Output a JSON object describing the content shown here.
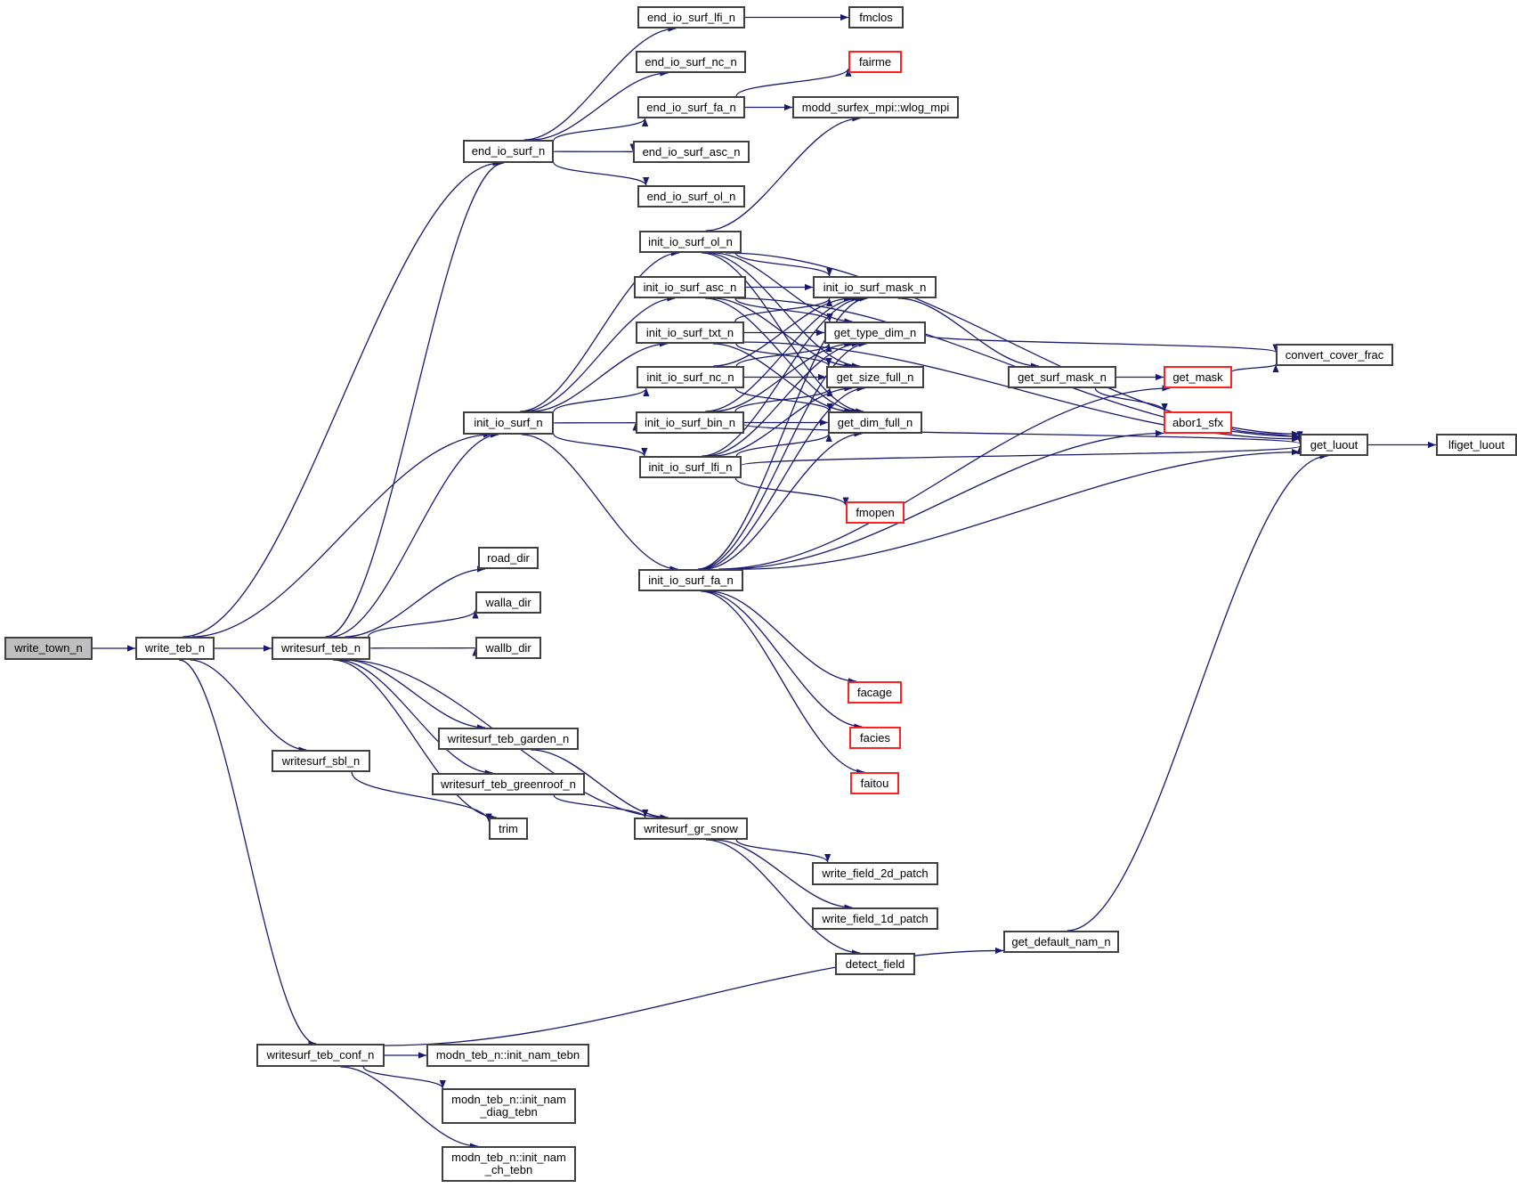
{
  "diagram": {
    "type": "call-graph",
    "edge_color": "#191970",
    "nodes": [
      {
        "id": "write_town_n",
        "label": "write_town_n",
        "style": "root"
      },
      {
        "id": "write_teb_n",
        "label": "write_teb_n",
        "style": "normal"
      },
      {
        "id": "writesurf_teb_n",
        "label": "writesurf_teb_n",
        "style": "normal"
      },
      {
        "id": "end_io_surf_n",
        "label": "end_io_surf_n",
        "style": "normal"
      },
      {
        "id": "end_io_surf_lfi_n",
        "label": "end_io_surf_lfi_n",
        "style": "normal"
      },
      {
        "id": "end_io_surf_nc_n",
        "label": "end_io_surf_nc_n",
        "style": "normal"
      },
      {
        "id": "end_io_surf_fa_n",
        "label": "end_io_surf_fa_n",
        "style": "normal"
      },
      {
        "id": "end_io_surf_asc_n",
        "label": "end_io_surf_asc_n",
        "style": "normal"
      },
      {
        "id": "end_io_surf_ol_n",
        "label": "end_io_surf_ol_n",
        "style": "normal"
      },
      {
        "id": "fmclos",
        "label": "fmclos",
        "style": "normal"
      },
      {
        "id": "fairme",
        "label": "fairme",
        "style": "red"
      },
      {
        "id": "wlog_mpi",
        "label": "modd_surfex_mpi::wlog_mpi",
        "style": "normal"
      },
      {
        "id": "init_io_surf_n",
        "label": "init_io_surf_n",
        "style": "normal"
      },
      {
        "id": "init_io_surf_ol_n",
        "label": "init_io_surf_ol_n",
        "style": "normal"
      },
      {
        "id": "init_io_surf_asc_n",
        "label": "init_io_surf_asc_n",
        "style": "normal"
      },
      {
        "id": "init_io_surf_txt_n",
        "label": "init_io_surf_txt_n",
        "style": "normal"
      },
      {
        "id": "init_io_surf_nc_n",
        "label": "init_io_surf_nc_n",
        "style": "normal"
      },
      {
        "id": "init_io_surf_bin_n",
        "label": "init_io_surf_bin_n",
        "style": "normal"
      },
      {
        "id": "init_io_surf_lfi_n",
        "label": "init_io_surf_lfi_n",
        "style": "normal"
      },
      {
        "id": "init_io_surf_fa_n",
        "label": "init_io_surf_fa_n",
        "style": "normal"
      },
      {
        "id": "init_io_surf_mask_n",
        "label": "init_io_surf_mask_n",
        "style": "normal"
      },
      {
        "id": "get_type_dim_n",
        "label": "get_type_dim_n",
        "style": "normal"
      },
      {
        "id": "get_size_full_n",
        "label": "get_size_full_n",
        "style": "normal"
      },
      {
        "id": "get_dim_full_n",
        "label": "get_dim_full_n",
        "style": "normal"
      },
      {
        "id": "get_surf_mask_n",
        "label": "get_surf_mask_n",
        "style": "normal"
      },
      {
        "id": "get_mask",
        "label": "get_mask",
        "style": "red"
      },
      {
        "id": "abor1_sfx",
        "label": "abor1_sfx",
        "style": "red"
      },
      {
        "id": "convert_cover_frac",
        "label": "convert_cover_frac",
        "style": "normal"
      },
      {
        "id": "get_luout",
        "label": "get_luout",
        "style": "normal"
      },
      {
        "id": "lfiget_luout",
        "label": "lfiget_luout",
        "style": "normal"
      },
      {
        "id": "fmopen",
        "label": "fmopen",
        "style": "red"
      },
      {
        "id": "facage",
        "label": "facage",
        "style": "red"
      },
      {
        "id": "facies",
        "label": "facies",
        "style": "red"
      },
      {
        "id": "faitou",
        "label": "faitou",
        "style": "red"
      },
      {
        "id": "road_dir",
        "label": "road_dir",
        "style": "normal"
      },
      {
        "id": "walla_dir",
        "label": "walla_dir",
        "style": "normal"
      },
      {
        "id": "wallb_dir",
        "label": "wallb_dir",
        "style": "normal"
      },
      {
        "id": "writesurf_teb_garden_n",
        "label": "writesurf_teb_garden_n",
        "style": "normal"
      },
      {
        "id": "writesurf_teb_greenroof_n",
        "label": "writesurf_teb_greenroof_n",
        "style": "normal"
      },
      {
        "id": "writesurf_sbl_n",
        "label": "writesurf_sbl_n",
        "style": "normal"
      },
      {
        "id": "trim",
        "label": "trim",
        "style": "normal"
      },
      {
        "id": "writesurf_gr_snow",
        "label": "writesurf_gr_snow",
        "style": "normal"
      },
      {
        "id": "write_field_2d_patch",
        "label": "write_field_2d_patch",
        "style": "normal"
      },
      {
        "id": "write_field_1d_patch",
        "label": "write_field_1d_patch",
        "style": "normal"
      },
      {
        "id": "detect_field",
        "label": "detect_field",
        "style": "normal"
      },
      {
        "id": "get_default_nam_n",
        "label": "get_default_nam_n",
        "style": "normal"
      },
      {
        "id": "writesurf_teb_conf_n",
        "label": "writesurf_teb_conf_n",
        "style": "normal"
      },
      {
        "id": "init_nam_tebn",
        "label": "modn_teb_n::init_nam_tebn",
        "style": "normal"
      },
      {
        "id": "init_nam_diag_tebn",
        "label": "modn_teb_n::init_nam\n_diag_tebn",
        "style": "normal"
      },
      {
        "id": "init_nam_ch_tebn",
        "label": "modn_teb_n::init_nam\n_ch_tebn",
        "style": "normal"
      }
    ],
    "edges": [
      [
        "write_town_n",
        "write_teb_n"
      ],
      [
        "write_teb_n",
        "writesurf_teb_n"
      ],
      [
        "write_teb_n",
        "end_io_surf_n"
      ],
      [
        "write_teb_n",
        "init_io_surf_n"
      ],
      [
        "write_teb_n",
        "writesurf_sbl_n"
      ],
      [
        "write_teb_n",
        "writesurf_teb_conf_n"
      ],
      [
        "writesurf_teb_n",
        "end_io_surf_n"
      ],
      [
        "writesurf_teb_n",
        "init_io_surf_n"
      ],
      [
        "writesurf_teb_n",
        "road_dir"
      ],
      [
        "writesurf_teb_n",
        "walla_dir"
      ],
      [
        "writesurf_teb_n",
        "wallb_dir"
      ],
      [
        "writesurf_teb_n",
        "writesurf_teb_garden_n"
      ],
      [
        "writesurf_teb_n",
        "writesurf_teb_greenroof_n"
      ],
      [
        "writesurf_teb_n",
        "writesurf_gr_snow"
      ],
      [
        "writesurf_teb_n",
        "trim"
      ],
      [
        "writesurf_sbl_n",
        "trim"
      ],
      [
        "writesurf_teb_garden_n",
        "writesurf_gr_snow"
      ],
      [
        "writesurf_teb_greenroof_n",
        "writesurf_gr_snow"
      ],
      [
        "writesurf_gr_snow",
        "write_field_2d_patch"
      ],
      [
        "writesurf_gr_snow",
        "write_field_1d_patch"
      ],
      [
        "writesurf_gr_snow",
        "detect_field"
      ],
      [
        "end_io_surf_n",
        "end_io_surf_lfi_n"
      ],
      [
        "end_io_surf_n",
        "end_io_surf_nc_n"
      ],
      [
        "end_io_surf_n",
        "end_io_surf_fa_n"
      ],
      [
        "end_io_surf_n",
        "end_io_surf_asc_n"
      ],
      [
        "end_io_surf_n",
        "end_io_surf_ol_n"
      ],
      [
        "end_io_surf_lfi_n",
        "fmclos"
      ],
      [
        "end_io_surf_fa_n",
        "fairme"
      ],
      [
        "end_io_surf_fa_n",
        "wlog_mpi"
      ],
      [
        "init_io_surf_ol_n",
        "wlog_mpi"
      ],
      [
        "init_io_surf_n",
        "init_io_surf_ol_n"
      ],
      [
        "init_io_surf_n",
        "init_io_surf_asc_n"
      ],
      [
        "init_io_surf_n",
        "init_io_surf_txt_n"
      ],
      [
        "init_io_surf_n",
        "init_io_surf_nc_n"
      ],
      [
        "init_io_surf_n",
        "init_io_surf_bin_n"
      ],
      [
        "init_io_surf_n",
        "init_io_surf_lfi_n"
      ],
      [
        "init_io_surf_n",
        "init_io_surf_fa_n"
      ],
      [
        "init_io_surf_ol_n",
        "init_io_surf_mask_n"
      ],
      [
        "init_io_surf_ol_n",
        "get_type_dim_n"
      ],
      [
        "init_io_surf_ol_n",
        "get_size_full_n"
      ],
      [
        "init_io_surf_ol_n",
        "get_dim_full_n"
      ],
      [
        "init_io_surf_ol_n",
        "get_luout"
      ],
      [
        "init_io_surf_asc_n",
        "init_io_surf_mask_n"
      ],
      [
        "init_io_surf_asc_n",
        "get_type_dim_n"
      ],
      [
        "init_io_surf_asc_n",
        "get_size_full_n"
      ],
      [
        "init_io_surf_asc_n",
        "get_dim_full_n"
      ],
      [
        "init_io_surf_asc_n",
        "get_luout"
      ],
      [
        "init_io_surf_txt_n",
        "init_io_surf_mask_n"
      ],
      [
        "init_io_surf_txt_n",
        "get_type_dim_n"
      ],
      [
        "init_io_surf_txt_n",
        "get_size_full_n"
      ],
      [
        "init_io_surf_txt_n",
        "get_dim_full_n"
      ],
      [
        "init_io_surf_txt_n",
        "get_luout"
      ],
      [
        "init_io_surf_nc_n",
        "init_io_surf_mask_n"
      ],
      [
        "init_io_surf_nc_n",
        "get_type_dim_n"
      ],
      [
        "init_io_surf_nc_n",
        "get_size_full_n"
      ],
      [
        "init_io_surf_nc_n",
        "get_dim_full_n"
      ],
      [
        "init_io_surf_bin_n",
        "init_io_surf_mask_n"
      ],
      [
        "init_io_surf_bin_n",
        "get_type_dim_n"
      ],
      [
        "init_io_surf_bin_n",
        "get_size_full_n"
      ],
      [
        "init_io_surf_bin_n",
        "get_dim_full_n"
      ],
      [
        "init_io_surf_bin_n",
        "get_luout"
      ],
      [
        "init_io_surf_lfi_n",
        "init_io_surf_mask_n"
      ],
      [
        "init_io_surf_lfi_n",
        "get_type_dim_n"
      ],
      [
        "init_io_surf_lfi_n",
        "get_size_full_n"
      ],
      [
        "init_io_surf_lfi_n",
        "get_dim_full_n"
      ],
      [
        "init_io_surf_lfi_n",
        "fmopen"
      ],
      [
        "init_io_surf_lfi_n",
        "get_luout"
      ],
      [
        "init_io_surf_fa_n",
        "init_io_surf_mask_n"
      ],
      [
        "init_io_surf_fa_n",
        "get_type_dim_n"
      ],
      [
        "init_io_surf_fa_n",
        "get_size_full_n"
      ],
      [
        "init_io_surf_fa_n",
        "get_dim_full_n"
      ],
      [
        "init_io_surf_fa_n",
        "get_mask"
      ],
      [
        "init_io_surf_fa_n",
        "abor1_sfx"
      ],
      [
        "init_io_surf_fa_n",
        "facage"
      ],
      [
        "init_io_surf_fa_n",
        "facies"
      ],
      [
        "init_io_surf_fa_n",
        "faitou"
      ],
      [
        "init_io_surf_fa_n",
        "get_luout"
      ],
      [
        "init_io_surf_mask_n",
        "get_surf_mask_n"
      ],
      [
        "get_type_dim_n",
        "convert_cover_frac"
      ],
      [
        "get_surf_mask_n",
        "get_mask"
      ],
      [
        "get_surf_mask_n",
        "abor1_sfx"
      ],
      [
        "get_mask",
        "convert_cover_frac"
      ],
      [
        "abor1_sfx",
        "get_luout"
      ],
      [
        "get_luout",
        "lfiget_luout"
      ],
      [
        "get_default_nam_n",
        "get_luout"
      ],
      [
        "writesurf_teb_conf_n",
        "get_default_nam_n"
      ],
      [
        "writesurf_teb_conf_n",
        "init_nam_tebn"
      ],
      [
        "writesurf_teb_conf_n",
        "init_nam_diag_tebn"
      ],
      [
        "writesurf_teb_conf_n",
        "init_nam_ch_tebn"
      ]
    ]
  }
}
